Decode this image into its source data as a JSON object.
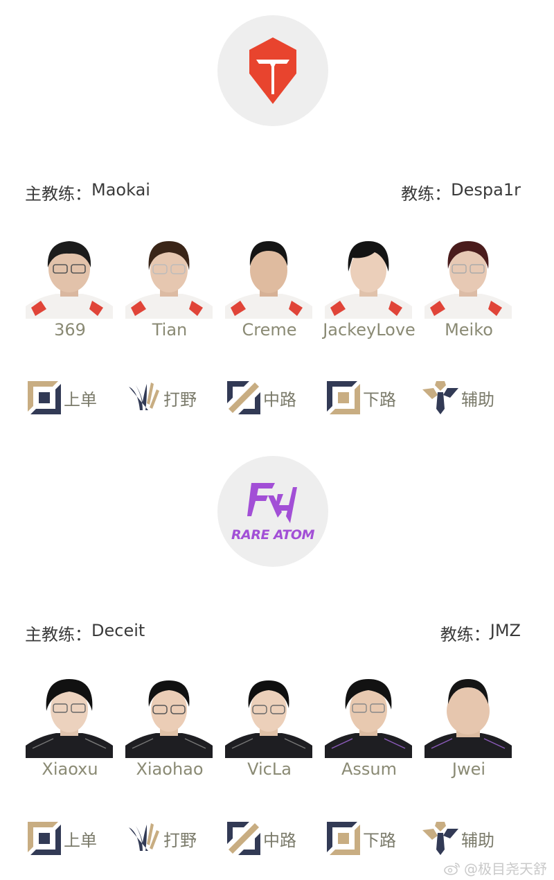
{
  "teams": [
    {
      "name": "TES",
      "logo": {
        "icon": "tes-logo-icon",
        "color": "#e8442e",
        "background": "#eeeeee"
      },
      "head_coach_label": "主教练：",
      "head_coach": "Maokai",
      "coach_label": "教练：",
      "coach": "Despa1r",
      "jersey": "white-red",
      "players": [
        {
          "name": "369",
          "role": "上单",
          "role_icon": "top-lane-icon"
        },
        {
          "name": "Tian",
          "role": "打野",
          "role_icon": "jungle-icon"
        },
        {
          "name": "Creme",
          "role": "中路",
          "role_icon": "mid-lane-icon"
        },
        {
          "name": "JackeyLove",
          "role": "下路",
          "role_icon": "bot-lane-icon"
        },
        {
          "name": "Meiko",
          "role": "辅助",
          "role_icon": "support-icon"
        }
      ]
    },
    {
      "name": "RARE ATOM",
      "logo": {
        "icon": "rare-atom-logo-icon",
        "color": "#a24fd6",
        "background": "#eeeeee",
        "text": "RARE ATOM"
      },
      "head_coach_label": "主教练：",
      "head_coach": "Deceit",
      "coach_label": "教练：",
      "coach": "JMZ",
      "jersey": "black",
      "players": [
        {
          "name": "Xiaoxu",
          "role": "上单",
          "role_icon": "top-lane-icon"
        },
        {
          "name": "Xiaohao",
          "role": "打野",
          "role_icon": "jungle-icon"
        },
        {
          "name": "VicLa",
          "role": "中路",
          "role_icon": "mid-lane-icon"
        },
        {
          "name": "Assum",
          "role": "下路",
          "role_icon": "bot-lane-icon"
        },
        {
          "name": "Jwei",
          "role": "辅助",
          "role_icon": "support-icon"
        }
      ]
    }
  ],
  "role_colors": {
    "navy": "#323a55",
    "gold": "#c8ad82"
  },
  "watermark": {
    "icon": "weibo-icon",
    "text": "@极目尧天舒"
  }
}
